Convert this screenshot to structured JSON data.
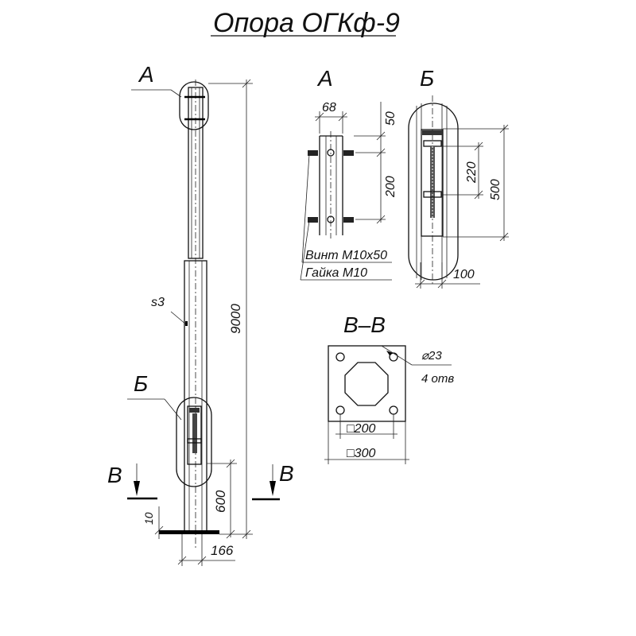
{
  "title": "Опора ОГКф-9",
  "main_view": {
    "callout_a": "А",
    "callout_b": "Б",
    "thickness": "s3",
    "height_dim": "9000",
    "base_dim": "600",
    "plate_thickness_dim": "10",
    "width_dim": "166",
    "section_mark_left": "В",
    "section_mark_right": "В"
  },
  "view_a": {
    "label": "А",
    "width_dim": "68",
    "top_offset_dim": "50",
    "spacing_dim": "200",
    "screw_label": "Винт М10х50",
    "nut_label": "Гайка М10"
  },
  "view_b": {
    "label": "Б",
    "inner_dim": "220",
    "outer_dim": "500",
    "width_dim": "100"
  },
  "section_vv": {
    "label": "В–В",
    "hole_dim": "⌀23",
    "hole_count": "4 отв",
    "inner_square": "□200",
    "outer_square": "□300"
  }
}
